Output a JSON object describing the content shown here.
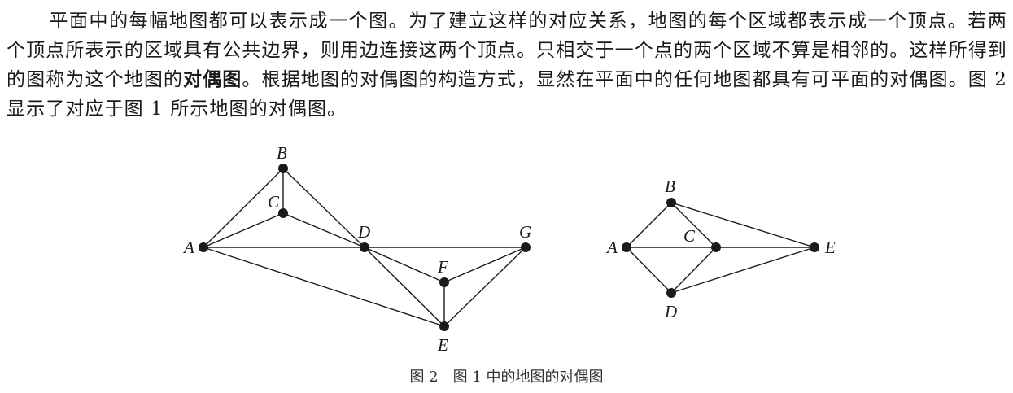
{
  "paragraph": {
    "part1": "平面中的每幅地图都可以表示成一个图。为了建立这样的对应关系，地图的每个区域都表示成一个顶点。若两个顶点所表示的区域具有公共边界，则用边连接这两个顶点。只相交于一个点的两个区域不算是相邻的。这样所得到的图称为这个地图的",
    "bold_term": "对偶图",
    "part2": "。根据地图的对偶图的构造方式，显然在平面中的任何地图都具有可平面的对偶图。图 2 显示了对应于图 1 所示地图的对偶图。"
  },
  "figure": {
    "caption": "图 2　图 1 中的地图的对偶图",
    "left_graph": {
      "vertices": [
        "A",
        "B",
        "C",
        "D",
        "E",
        "F",
        "G"
      ],
      "edges": [
        [
          "A",
          "B"
        ],
        [
          "A",
          "C"
        ],
        [
          "A",
          "D"
        ],
        [
          "A",
          "E"
        ],
        [
          "B",
          "C"
        ],
        [
          "B",
          "D"
        ],
        [
          "C",
          "D"
        ],
        [
          "D",
          "G"
        ],
        [
          "D",
          "E"
        ],
        [
          "D",
          "F"
        ],
        [
          "E",
          "F"
        ],
        [
          "E",
          "G"
        ],
        [
          "F",
          "G"
        ]
      ]
    },
    "right_graph": {
      "vertices": [
        "A",
        "B",
        "C",
        "D",
        "E"
      ],
      "edges": [
        [
          "A",
          "B"
        ],
        [
          "A",
          "C"
        ],
        [
          "A",
          "D"
        ],
        [
          "B",
          "C"
        ],
        [
          "B",
          "E"
        ],
        [
          "C",
          "D"
        ],
        [
          "C",
          "E"
        ],
        [
          "D",
          "E"
        ]
      ]
    }
  }
}
